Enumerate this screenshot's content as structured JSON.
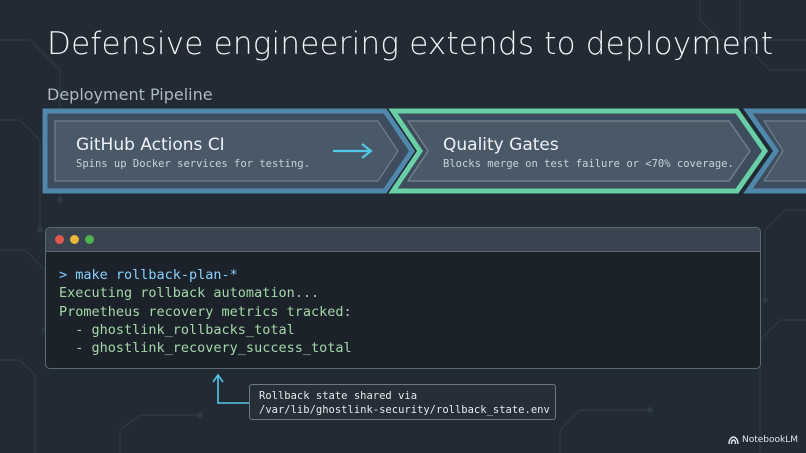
{
  "slide": {
    "title": "Defensive engineering extends to deployment",
    "subtitle": "Deployment Pipeline"
  },
  "pipeline": {
    "stages": [
      {
        "title": "GitHub Actions CI",
        "description": "Spins up Docker services for testing.",
        "border_color": "#4f87ad"
      },
      {
        "title": "Quality Gates",
        "description": "Blocks merge on test failure or <70% coverage.",
        "border_color": "#69cfa6"
      },
      {
        "title": "",
        "description": "",
        "border_color": "#4f87ad"
      }
    ],
    "connector_icon": "right-arrow-icon",
    "connector_color": "#55c7e8"
  },
  "terminal": {
    "window_controls": [
      "close",
      "minimize",
      "maximize"
    ],
    "lines": [
      "> make rollback-plan-*",
      "Executing rollback automation...",
      "Prometheus recovery metrics tracked:",
      "  - ghostlink_rollbacks_total",
      "  - ghostlink_recovery_success_total"
    ]
  },
  "callout": {
    "line1": "Rollback state shared via",
    "line2": "/var/lib/ghostlink-security/rollback_state.env"
  },
  "brand": {
    "name": "NotebookLM",
    "icon": "notebooklm-logo-icon"
  }
}
